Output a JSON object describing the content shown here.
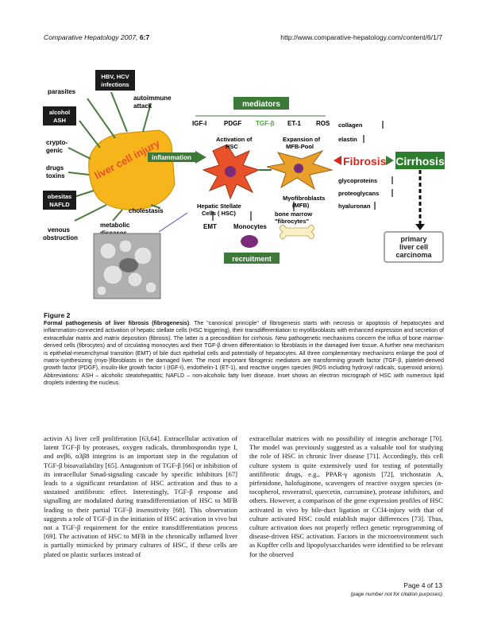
{
  "header": {
    "journal": "Comparative Hepatology",
    "year_vol": " 2007, ",
    "volume_bold": "6:7",
    "url": "http://www.comparative-hepatology.com/content/6/1/7"
  },
  "figure": {
    "causes": {
      "parasites": "parasites",
      "hbv": "HBV, HCV infections",
      "autoimmune": "autoimmune attack",
      "alcohol": "alcohol ASH",
      "cryptogenic": "crypto- genic",
      "drugs": "drugs toxins",
      "obesitas": "obesitas NAFLD",
      "venous": "venous obstruction",
      "metabolic": "metabolic diseases",
      "cholestasis": "cholestasis"
    },
    "injury": "liver cell injury",
    "inflammation": "inflammation",
    "mediators": "mediators",
    "mediator_list": [
      "IGF-I",
      "PDGF",
      "TGF-β",
      "ET-1",
      "ROS"
    ],
    "activation": "Activation of HSC",
    "expansion": "Expansion of MFB-Pool",
    "hsc": "Hepatic Stellate Cells ( HSC)",
    "mfb": "Myofibroblasts (MFB)",
    "fibrosis": "Fibrosis",
    "cirrhosis": "Cirrhosis",
    "matrix": [
      "collagen",
      "elastin",
      "glycoproteins",
      "proteoglycans",
      "hyaluronan"
    ],
    "emt": "EMT",
    "monocytes": "Monocytes",
    "bone_marrow": "bone marrow \"fibrocytes\"",
    "recruitment": "recruitment",
    "carcinoma": "primary liver cell carcinoma",
    "colors": {
      "mediators": "#3d7a3a",
      "recruitment": "#3d7a3a",
      "inflammation": "#3d7a3a",
      "cirrhosis": "#2d7d2e",
      "fibrosis": "#d8281e",
      "cause_box": "#1c1c1c",
      "hsc": "#e8522a",
      "carcinoma_border": "#8a8a8a"
    }
  },
  "caption": {
    "label": "Figure 2",
    "title": "Formal pathogenesis of liver fibrosis (fibrogenesis)",
    "body": ". The \"canonical principle\" of fibrogenesis starts with necrosis or apoptosis of hepatocytes and inflammation-connected activation of hepatic stellate cells (HSC triggering), their transdifferentiation to myofibroblasts with enhanced expression and secretion of extracellular matrix and matrix deposition (fibrosis). The latter is a precondition for cirrhosis. New pathogenetic mechanisms concern the influx of bone marrow-derived cells (fibrocytes) and of circulating monocytes and their TGF-β driven differentiation to fibroblasts in the damaged liver tissue. A further new mechanism is epithelial-mesenchymal transition (EMT) of bile duct epithelial cells and potentially of hepatocytes. All three complementary mechanisms enlarge the pool of matrix-synthesizing (myo-)fibroblasts in the damaged liver. The most important fibrogenic mediators are transforming growth factor (TGF-β, platelet-derived growth factor (PDGF), insulin-like growth factor I (IGF-I), endothelin-1 (ET-1), and reactive oxygen species (ROS including hydroxyl radicals, superoxid anions). Abbreviations: ASH – alcoholic steatohepatitis; NAFLD – non-alcoholic fatty liver disease. Inset shows an electron micrograph of HSC with numerous lipid droplets indenting the nucleus."
  },
  "text": {
    "left": "activin A) liver cell proliferation [63,64]. Extracellular activation of latent TGF-β by proteases, oxygen radicals, thrombospondin type I, and αvβ6, α3β8 integrins is an important step in the regulation of TGF-β bioavailability [65]. Antagonism of TGF-β [66] or inhibition of its intracellular Smad-signaling cascade by specific inhibitors [67] leads to a significant retardation of HSC activation and thus to a sustained antifibrotic effect. Interestingly, TGF-β response and signalling are modulated during transdifferentiation of HSC to MFB leading to their partial TGF-β insensitivity [68]. This observation suggests a role of TGF-β in the initiation of HSC activation in vivo but not a TGF-β requirement for the entire transdifferentiation process [69]. The activation of HSC to MFB in the chronically inflamed liver is partially mimicked by primary cultures of HSC, if these cells are plated on plastic surfaces instead of",
    "right": "extracellular matrices with no possibility of integrin anchorage [70]. The model was previously suggested as a valuable tool for studying the role of HSC in chronic liver disease [71]. Accordingly, this cell culture system is quite extensively used for testing of potentially antifibrotic drugs, e.g., PPAR-γ agonists [72], trichostatin A, pirfenidone, halofuginone, scavengers of reactive oxygen species (α-tocopherol, resveratrol, quercetin, curcumine), protease inhibitors, and others. However, a comparison of the gene expression profiles of HSC activated in vivo by bile-duct ligation or CCl4-injury with that of culture activated HSC could establish major differences [73]. Thus, culture activation does not properly reflect genetic reprogramming of disease-driven HSC activation. Factors in the microenvironment such as Kupffer cells and lipopolysaccharides were identified to be relevant for the observed"
  },
  "footer": {
    "page": "Page 4 of 13",
    "note": "(page number not for citation purposes)"
  }
}
